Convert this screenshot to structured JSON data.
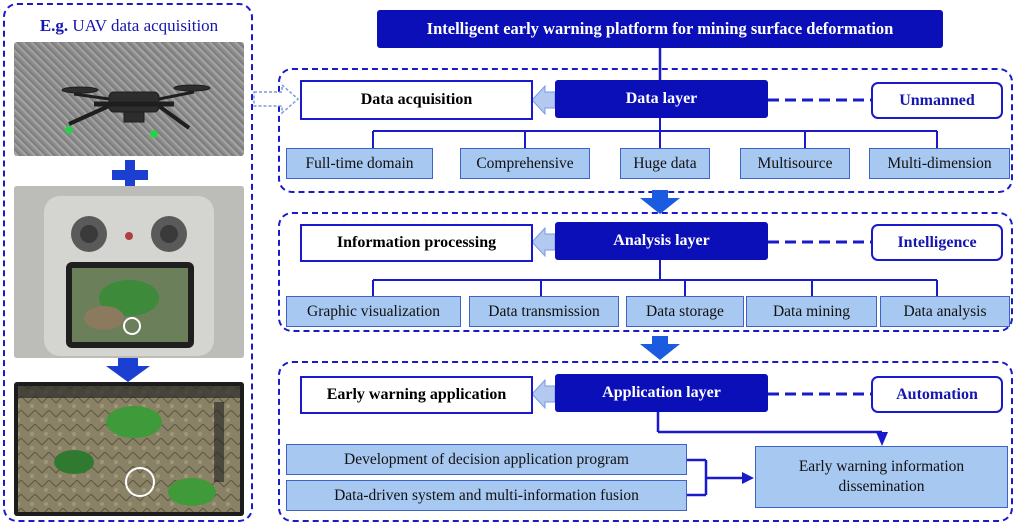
{
  "title": "Intelligent early warning platform for mining surface deformation",
  "left_panel": {
    "title_bold": "E.g.",
    "title_rest": " UAV data acquisition"
  },
  "layers": [
    {
      "left": "Data acquisition",
      "center": "Data layer",
      "right": "Unmanned",
      "items": [
        "Full-time domain",
        "Comprehensive",
        "Huge data",
        "Multisource",
        "Multi-dimension"
      ]
    },
    {
      "left": "Information processing",
      "center": "Analysis layer",
      "right": "Intelligence",
      "items": [
        "Graphic visualization",
        "Data transmission",
        "Data storage",
        "Data mining",
        "Data analysis"
      ]
    },
    {
      "left": "Early warning application",
      "center": "Application layer",
      "right": "Automation",
      "inputs": [
        "Development of decision application program",
        "Data-driven system and multi-information fusion"
      ],
      "output": "Early warning information dissemination"
    }
  ],
  "colors": {
    "dark_blue": "#0b0fb8",
    "light_blue": "#a7c8f0",
    "border_blue": "#1a1acb"
  }
}
